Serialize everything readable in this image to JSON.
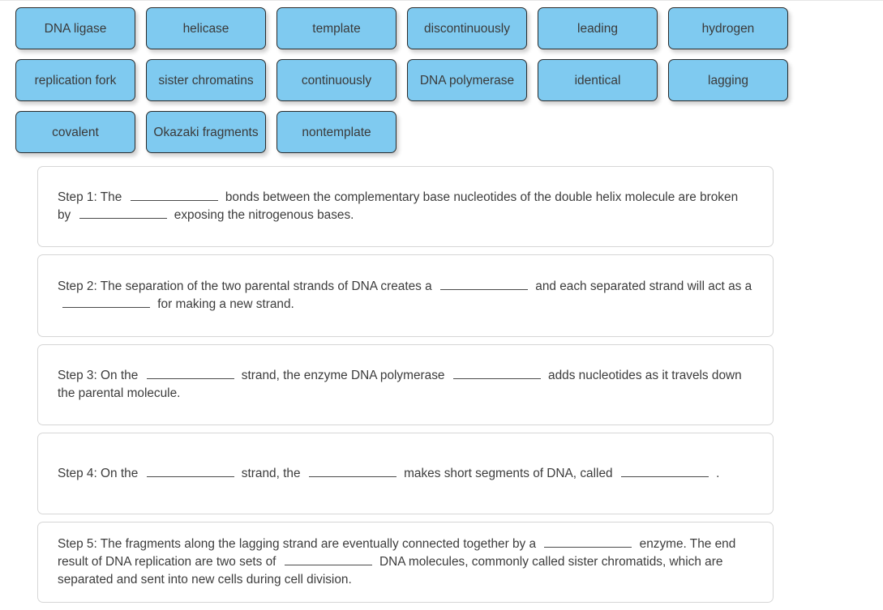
{
  "word_bank": {
    "rows": [
      [
        {
          "label": "DNA ligase",
          "overflow": false
        },
        {
          "label": "helicase",
          "overflow": false
        },
        {
          "label": "template",
          "overflow": false
        },
        {
          "label": "discontinuously",
          "overflow": false
        },
        {
          "label": "leading",
          "overflow": false
        },
        {
          "label": "hydrogen",
          "overflow": false
        }
      ],
      [
        {
          "label": "replication fork",
          "overflow": false
        },
        {
          "label": "sister chromatins",
          "overflow": false
        },
        {
          "label": "continuously",
          "overflow": false
        },
        {
          "label": "DNA polymerase",
          "overflow": false
        },
        {
          "label": "identical",
          "overflow": false
        },
        {
          "label": "lagging",
          "overflow": false
        }
      ],
      [
        {
          "label": "covalent",
          "overflow": false
        },
        {
          "label": "Okazaki fragments",
          "overflow": true
        },
        {
          "label": "nontemplate",
          "overflow": false
        }
      ]
    ]
  },
  "steps": [
    {
      "id": "step-1",
      "segments": [
        {
          "t": "text",
          "v": "Step 1: The "
        },
        {
          "t": "blank"
        },
        {
          "t": "text",
          "v": " bonds between the complementary base nucleotides of the double helix molecule are broken by "
        },
        {
          "t": "blank"
        },
        {
          "t": "text",
          "v": " exposing the nitrogenous bases."
        }
      ]
    },
    {
      "id": "step-2",
      "segments": [
        {
          "t": "text",
          "v": "Step 2: The separation of the two parental strands of DNA creates a "
        },
        {
          "t": "blank"
        },
        {
          "t": "text",
          "v": " and each separated strand will act as a "
        },
        {
          "t": "blank"
        },
        {
          "t": "text",
          "v": " for making a new strand."
        }
      ]
    },
    {
      "id": "step-3",
      "segments": [
        {
          "t": "text",
          "v": "Step 3: On the "
        },
        {
          "t": "blank"
        },
        {
          "t": "text",
          "v": " strand, the enzyme DNA polymerase "
        },
        {
          "t": "blank"
        },
        {
          "t": "text",
          "v": " adds nucleotides as it travels down the parental molecule."
        }
      ]
    },
    {
      "id": "step-4",
      "segments": [
        {
          "t": "text",
          "v": "Step 4: On the "
        },
        {
          "t": "blank"
        },
        {
          "t": "text",
          "v": " strand, the "
        },
        {
          "t": "blank"
        },
        {
          "t": "text",
          "v": " makes short segments of DNA, called "
        },
        {
          "t": "blank"
        },
        {
          "t": "text",
          "v": " ."
        }
      ]
    },
    {
      "id": "step-5",
      "segments": [
        {
          "t": "text",
          "v": "Step 5: The fragments along the lagging strand are eventually connected together by a "
        },
        {
          "t": "blank"
        },
        {
          "t": "text",
          "v": " enzyme. The end result of DNA replication are two sets of "
        },
        {
          "t": "blank"
        },
        {
          "t": "text",
          "v": " DNA molecules, commonly called sister chromatids, which are separated and sent into new cells during cell division."
        }
      ]
    }
  ],
  "colors": {
    "tile_fill": "#7fcaf0",
    "tile_border": "#2b2b2b",
    "box_border": "#d6d6d6",
    "text": "#3c3c3c",
    "page_background": "#ffffff"
  }
}
